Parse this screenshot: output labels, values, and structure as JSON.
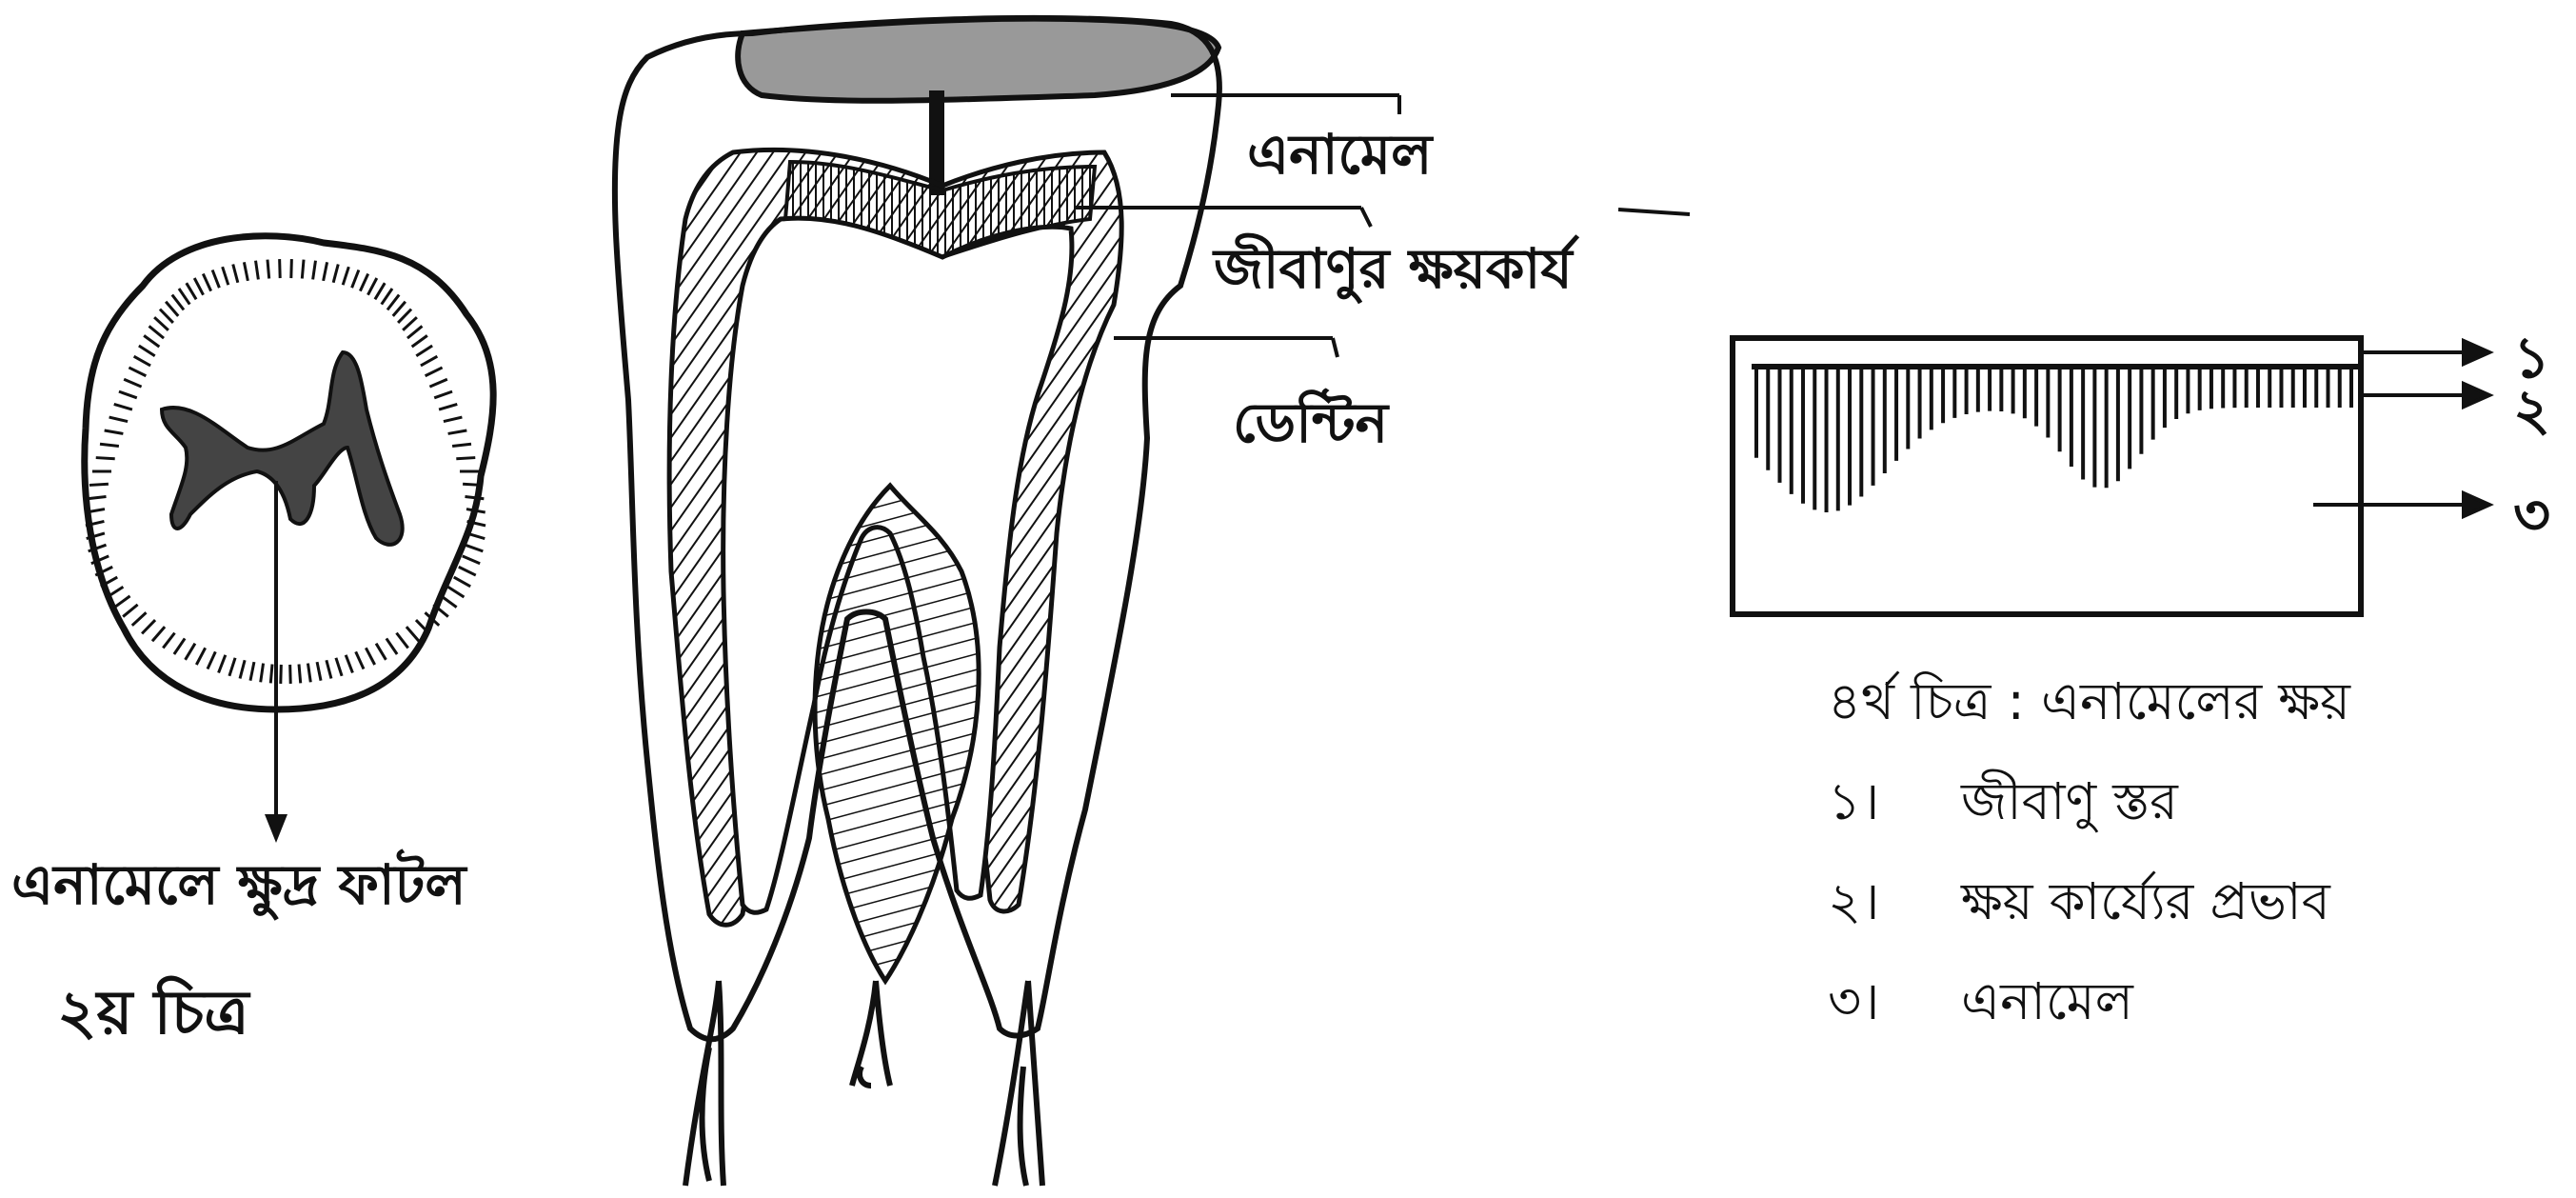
{
  "figure2": {
    "callout": "এনামেলে ক্ষুদ্র ফাটল",
    "caption": "২য় চিত্র"
  },
  "tooth": {
    "labels": {
      "enamel": "এনামেল",
      "bacterial_decay": "জীবাণুর ক্ষয়কার্য",
      "dentine": "ডেন্টিন"
    }
  },
  "figure4": {
    "markers": [
      "১",
      "২",
      "৩"
    ],
    "caption": "৪র্থ চিত্র : এনামেলের ক্ষয়",
    "legend": [
      {
        "num": "১।",
        "text": "জীবাণু স্তর"
      },
      {
        "num": "২।",
        "text": "ক্ষয় কার্য্যের প্রভাব"
      },
      {
        "num": "৩।",
        "text": "এনামেল"
      }
    ]
  },
  "colors": {
    "ink": "#111111",
    "paper": "#ffffff"
  }
}
